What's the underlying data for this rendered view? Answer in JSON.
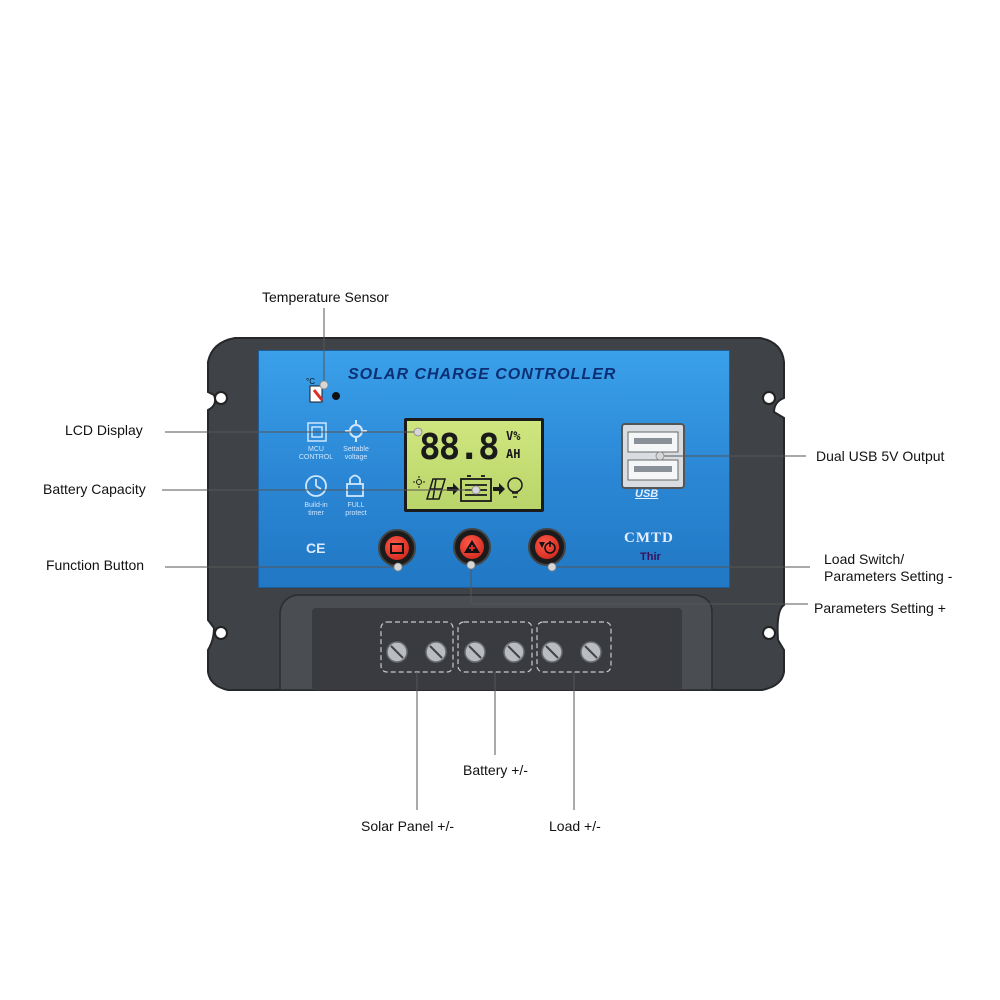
{
  "device": {
    "title": "SOLAR CHARGE CONTROLLER",
    "lcd_digits": "88.8",
    "lcd_unit_top": "V%",
    "lcd_unit_bottom": "AH",
    "mcu_label": "MCU",
    "mcu_sub": "CONTROL",
    "settable_label": "Settable",
    "settable_sub": "voltage",
    "timer_label": "Build-in",
    "timer_sub": "timer",
    "full_label": "FULL",
    "full_sub": "protect",
    "ce_mark": "CE",
    "usb_mark": "USB",
    "brand": "CMTD",
    "brand_sub": "Thir",
    "temp_mark": "°C"
  },
  "callouts": {
    "temperature_sensor": "Temperature Sensor",
    "lcd_display": "LCD Display",
    "battery_capacity": "Battery Capacity",
    "function_button": "Function Button",
    "dual_usb": "Dual USB 5V Output",
    "load_switch_1": "Load Switch/",
    "load_switch_2": "Parameters Setting -",
    "parameters_plus": "Parameters Setting +",
    "battery": "Battery +/-",
    "solar_panel": "Solar Panel +/-",
    "load": "Load +/-"
  },
  "colors": {
    "panel_blue": "#2a86d4",
    "housing": "#3c3f44",
    "lcd_green": "#c3dc72",
    "button_red": "#d8261b"
  },
  "icons": [
    "thermometer-icon",
    "chip-icon",
    "gear-icon",
    "clock-icon",
    "lock-icon",
    "solar-panel-icon",
    "battery-icon",
    "bulb-icon",
    "usb-port-icon",
    "screw-terminal-icon"
  ]
}
